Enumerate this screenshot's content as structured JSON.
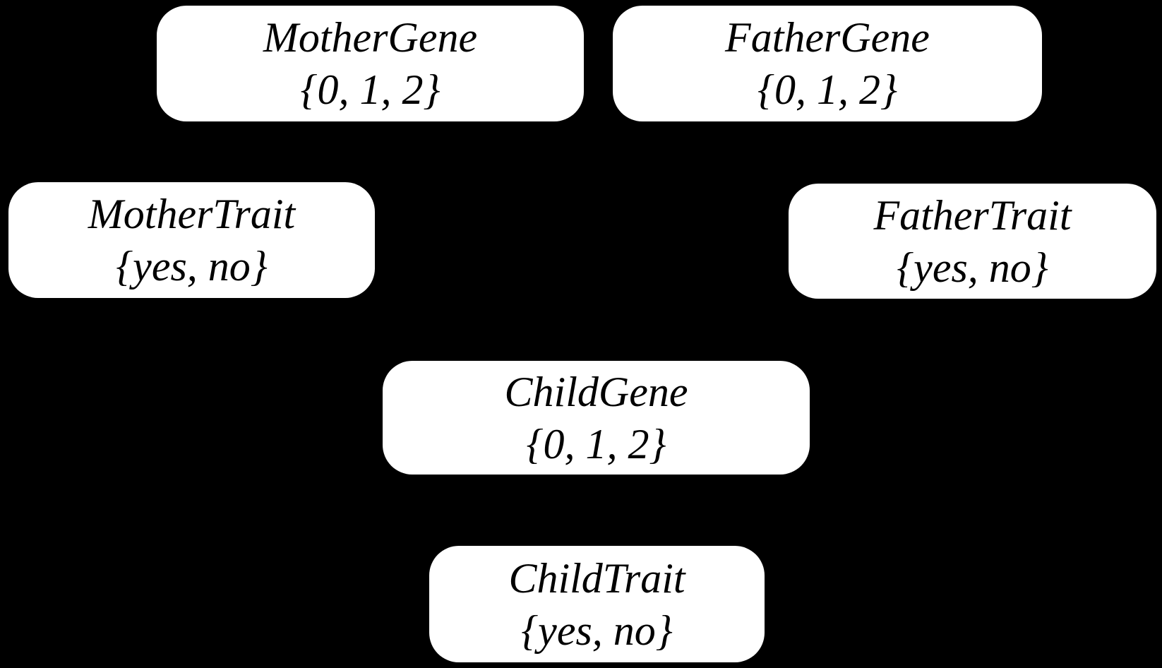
{
  "diagram": {
    "type": "bayesian-network",
    "colors": {
      "background": "#000000",
      "node_fill": "#ffffff",
      "node_text": "#000000"
    },
    "nodes": [
      {
        "id": "mother-gene",
        "label": "MotherGene",
        "values": "{0, 1, 2}"
      },
      {
        "id": "father-gene",
        "label": "FatherGene",
        "values": "{0, 1, 2}"
      },
      {
        "id": "mother-trait",
        "label": "MotherTrait",
        "values": "{yes, no}"
      },
      {
        "id": "father-trait",
        "label": "FatherTrait",
        "values": "{yes, no}"
      },
      {
        "id": "child-gene",
        "label": "ChildGene",
        "values": "{0, 1, 2}"
      },
      {
        "id": "child-trait",
        "label": "ChildTrait",
        "values": "{yes, no}"
      }
    ]
  }
}
